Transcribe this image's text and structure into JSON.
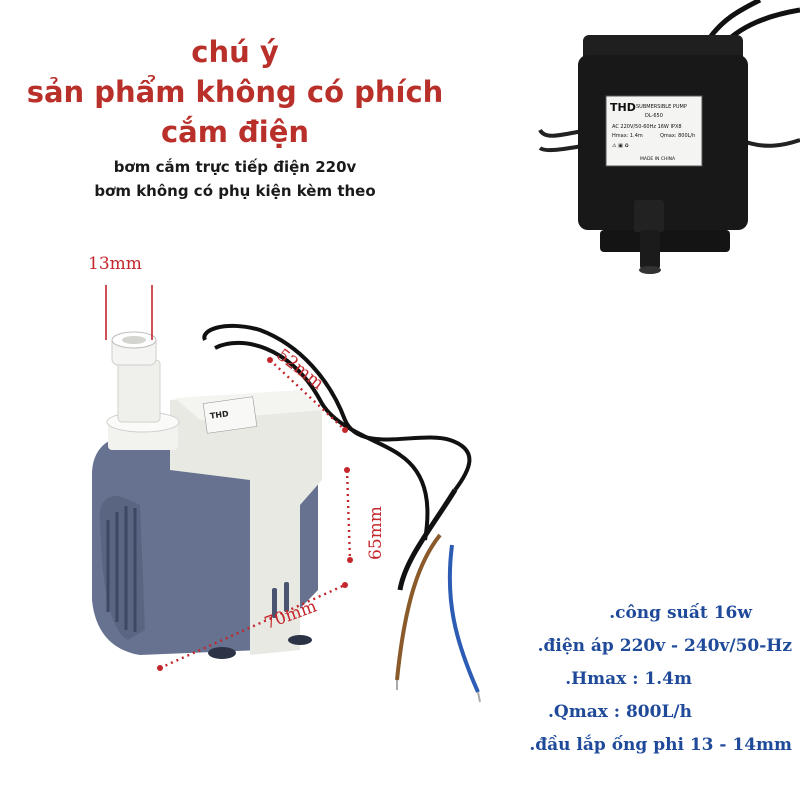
{
  "notice": {
    "title_lines": [
      "chú ý",
      "sản phẩm không có phích",
      "cắm điện"
    ],
    "sub_lines": [
      "bơm cắm trực tiếp điện 220v",
      "bơm không có phụ kiện kèm theo"
    ]
  },
  "dimensions": {
    "nozzle": "13mm",
    "depth": "52mm",
    "height": "65mm",
    "width": "70mm"
  },
  "specs": [
    ".công suất 16w",
    ".điện áp 220v - 240v/50-Hz",
    ".Hmax : 1.4m",
    ".Qmax : 800L/h",
    ".đầu lắp ống phi 13 - 14mm"
  ],
  "product_label": {
    "brand": "THD",
    "type": "SUBMERSIBLE PUMP",
    "model": "DL-650",
    "rating": "AC 220V/50-60Hz 16W IPX8",
    "hmax": "Hmax: 1.4m",
    "qmax": "Qmax: 800L/h",
    "origin": "MADE IN CHINA"
  },
  "colors": {
    "notice_red": "#b92f2a",
    "dimension_red": "#c3262b",
    "spec_blue": "#1f4a9a",
    "pump_blue_grey": "#66728f",
    "pump_white": "#e9e9e4"
  }
}
